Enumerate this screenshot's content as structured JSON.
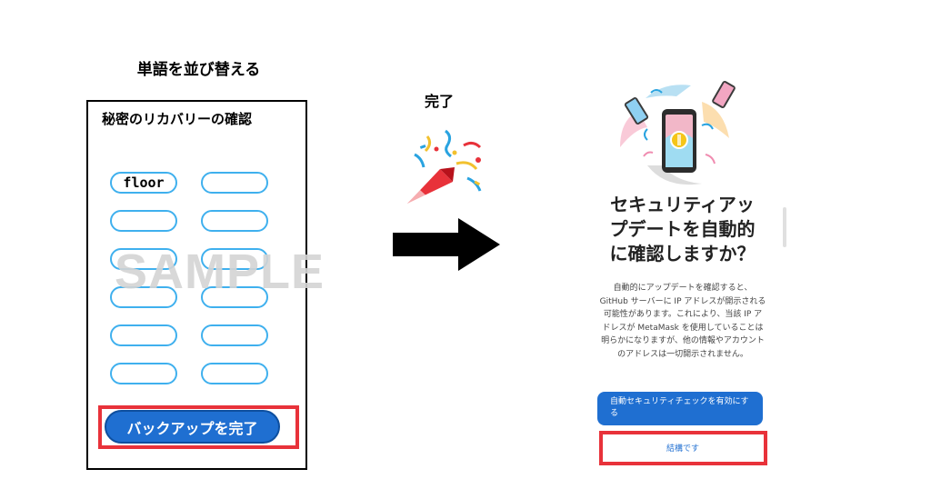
{
  "left": {
    "heading": "単語を並び替える",
    "panel_title": "秘密のリカバリーの確認",
    "word_slots": [
      "floor",
      "",
      "",
      "",
      "",
      "",
      "",
      "",
      "",
      "",
      "",
      ""
    ],
    "watermark": "SAMPLE",
    "complete_button": "バックアップを完了"
  },
  "middle": {
    "label": "完了",
    "popper_icon": "party-popper-icon",
    "arrow_icon": "right-arrow-icon"
  },
  "right": {
    "title": "セキュリティアッ\nプデートを自動的\nに確認しますか？",
    "body": "自動的にアップデートを確認すると、\nGitHub サーバーに IP アドレスが開示される\n可能性があります。これにより、当該 IP ア\nドレスが MetaMask を使用していることは\n明らかになりますが、他の情報やアカウント\nのアドレスは一切開示されません。",
    "enable_button": "自動セキュリティチェックを有効にす\nる",
    "decline_button": "結構です"
  },
  "colors": {
    "accent_blue": "#1f6fd1",
    "pill_border": "#3fb0ee",
    "highlight_red": "#e8323a"
  }
}
